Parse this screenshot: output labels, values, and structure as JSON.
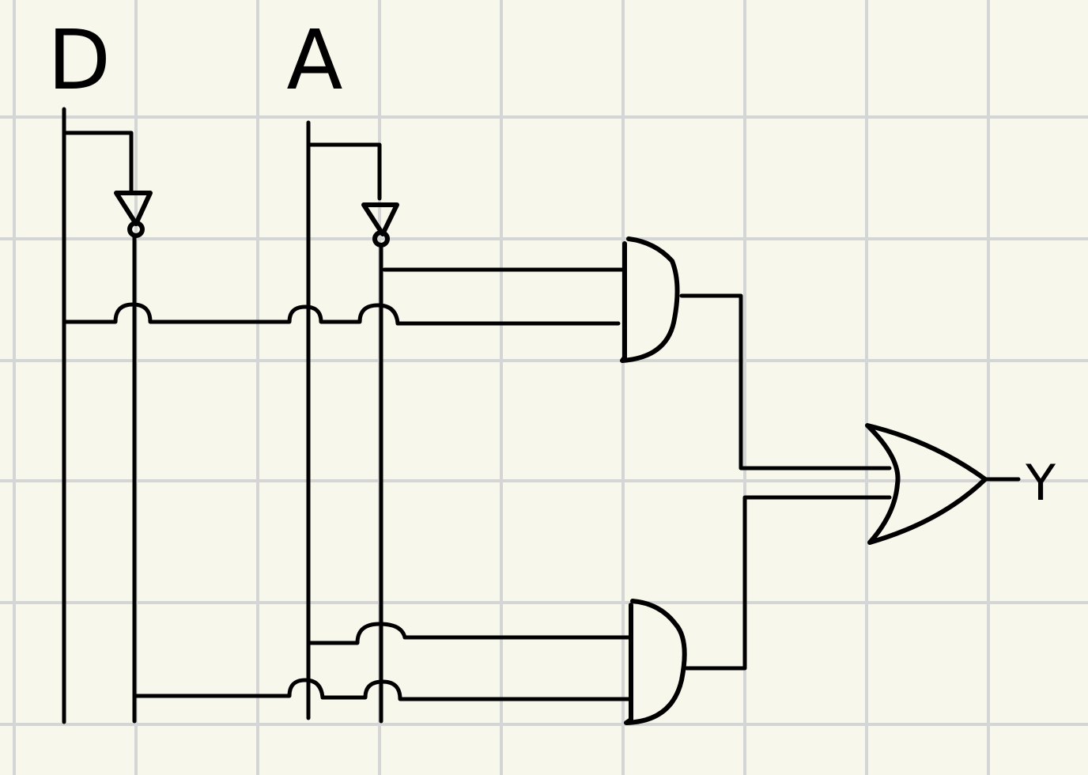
{
  "inputs": {
    "d": "D",
    "a": "A"
  },
  "output": {
    "y": "Y"
  },
  "colors": {
    "background": "#f8f7ec",
    "grid": "#d4d6d6",
    "ink": "#000000"
  }
}
